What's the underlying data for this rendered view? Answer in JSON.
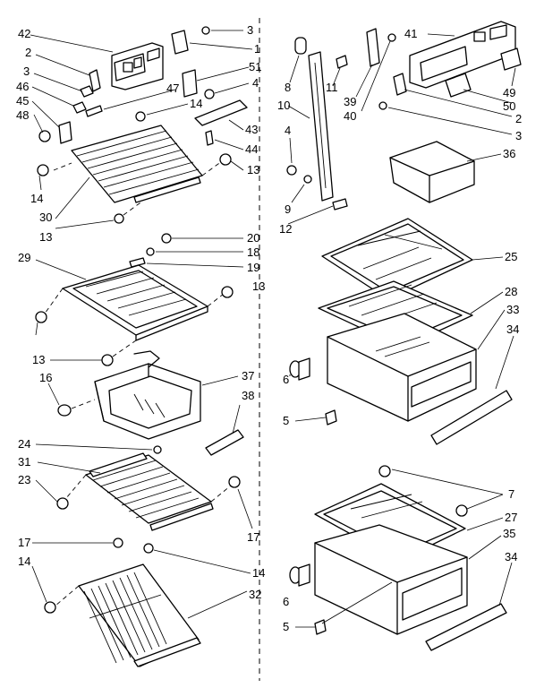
{
  "callouts": {
    "c42": "42",
    "c2a": "2",
    "c3a": "3",
    "c46": "46",
    "c45": "45",
    "c48": "48",
    "c3b": "3",
    "c1": "1",
    "c51": "51",
    "c47": "47",
    "c4a": "4",
    "c14a": "14",
    "c43": "43",
    "c44": "44",
    "c13a": "13",
    "c14b": "14",
    "c30": "30",
    "c13b": "13",
    "c20": "20",
    "c18": "18",
    "c19": "19",
    "c29": "29",
    "c13c": "13",
    "c13d": "13",
    "c37": "37",
    "c38": "38",
    "c16": "16",
    "c24": "24",
    "c31": "31",
    "c23": "23",
    "c17a": "17",
    "c17b": "17",
    "c14c": "14",
    "c14d": "14",
    "c32": "32",
    "c8": "8",
    "c10": "10",
    "c4b": "4",
    "c9": "9",
    "c12": "12",
    "c11": "11",
    "c39": "39",
    "c40": "40",
    "c41": "41",
    "c49": "49",
    "c50": "50",
    "c2b": "2",
    "c3c": "3",
    "c36": "36",
    "c25": "25",
    "c28": "28",
    "c33": "33",
    "c34a": "34",
    "c6a": "6",
    "c5a": "5",
    "c7": "7",
    "c27": "27",
    "c35": "35",
    "c34b": "34",
    "c6b": "6",
    "c5b": "5"
  }
}
